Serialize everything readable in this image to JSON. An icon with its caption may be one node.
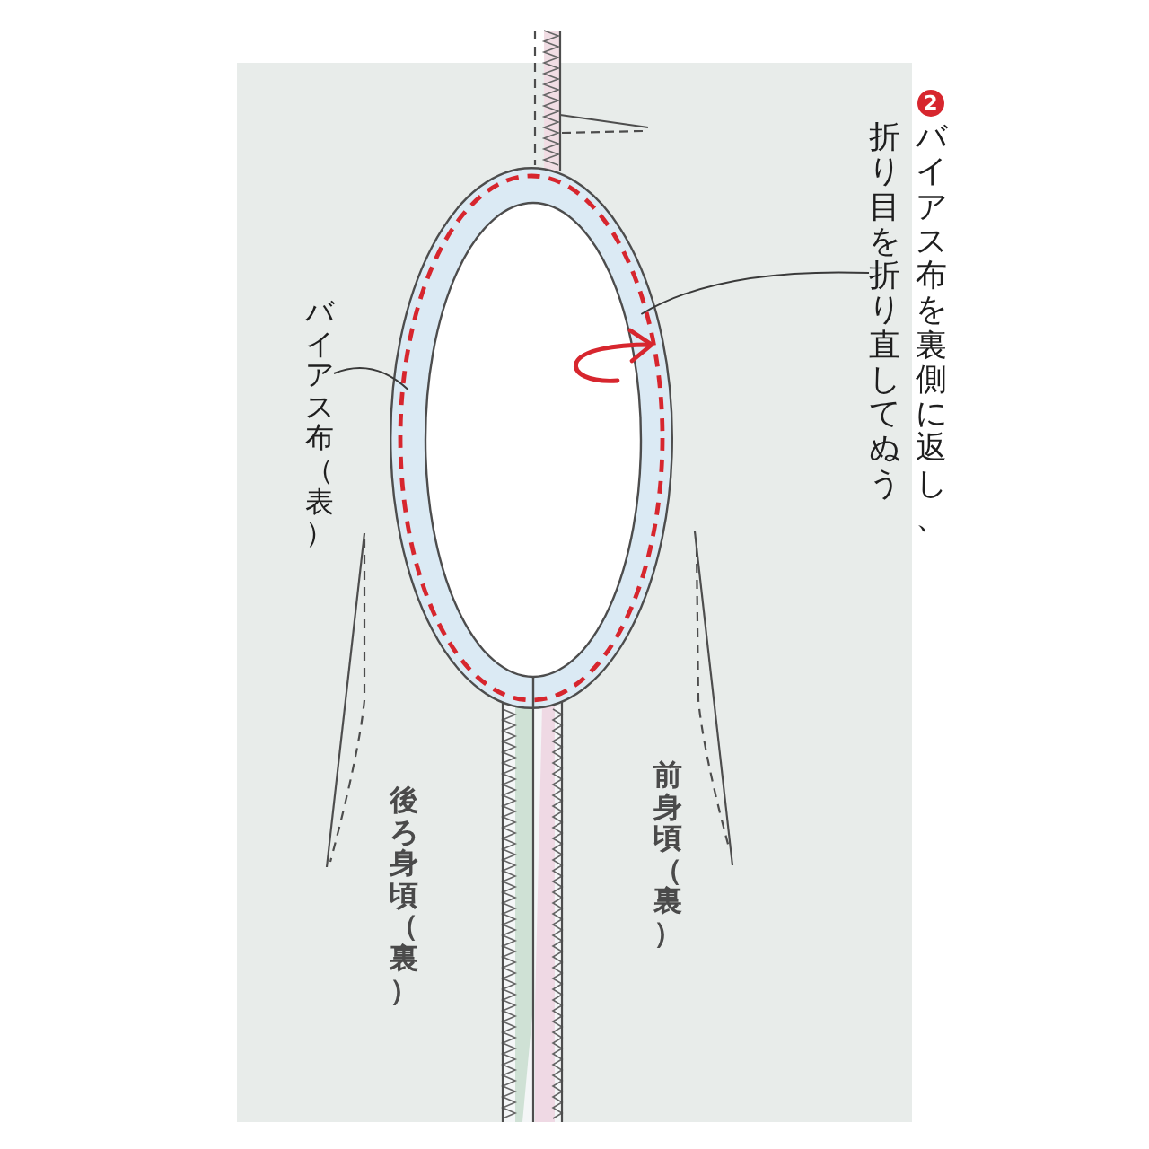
{
  "diagram": {
    "nodes": [
      {
        "text": [
          "2",
          "バイアス布を裏側に返し、折り目を折り直してぬう"
        ]
      },
      {
        "text": [],
        "shape": "ellipse"
      },
      {
        "text": [
          "バイアス布（表）"
        ]
      }
    ],
    "edges": [
      {
        "from": 0,
        "to": 1,
        "arrow": "none"
      },
      {
        "from": 2,
        "to": 1,
        "arrow": "none"
      }
    ],
    "labels": [
      "前身頃（裏）",
      "後ろ身頃（裏）"
    ]
  }
}
